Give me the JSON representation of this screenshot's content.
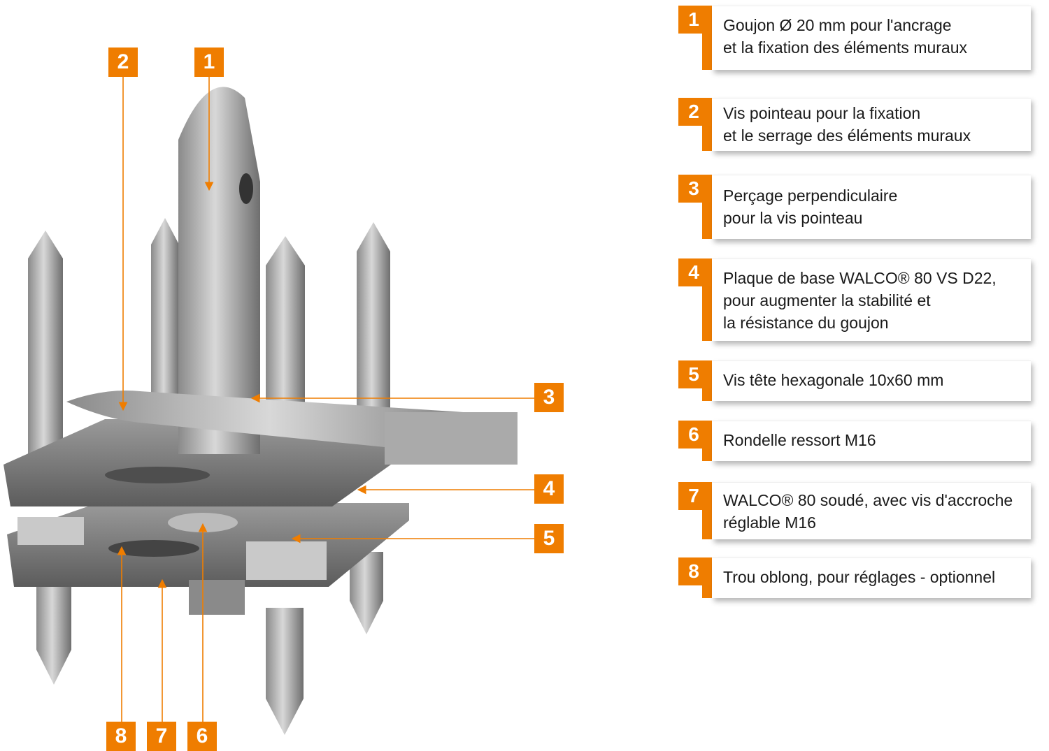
{
  "accent_color": "#ef7d00",
  "callouts": [
    "1",
    "2",
    "3",
    "4",
    "5",
    "6",
    "7",
    "8"
  ],
  "legend": [
    {
      "number": "1",
      "text": "Goujon Ø 20 mm pour l'ancrage\net la fixation des éléments muraux"
    },
    {
      "number": "2",
      "text": "Vis pointeau pour la fixation\net le serrage des éléments muraux"
    },
    {
      "number": "3",
      "text": "Perçage perpendiculaire\npour la vis pointeau"
    },
    {
      "number": "4",
      "text": "Plaque de base WALCO® 80 VS D22,\npour augmenter la stabilité et\nla résistance du goujon"
    },
    {
      "number": "5",
      "text": "Vis tête hexagonale 10x60 mm"
    },
    {
      "number": "6",
      "text": "Rondelle ressort M16"
    },
    {
      "number": "7",
      "text": "WALCO® 80 soudé, avec vis d'accroche\nréglable M16"
    },
    {
      "number": "8",
      "text": "Trou oblong, pour réglages - optionnel"
    }
  ]
}
